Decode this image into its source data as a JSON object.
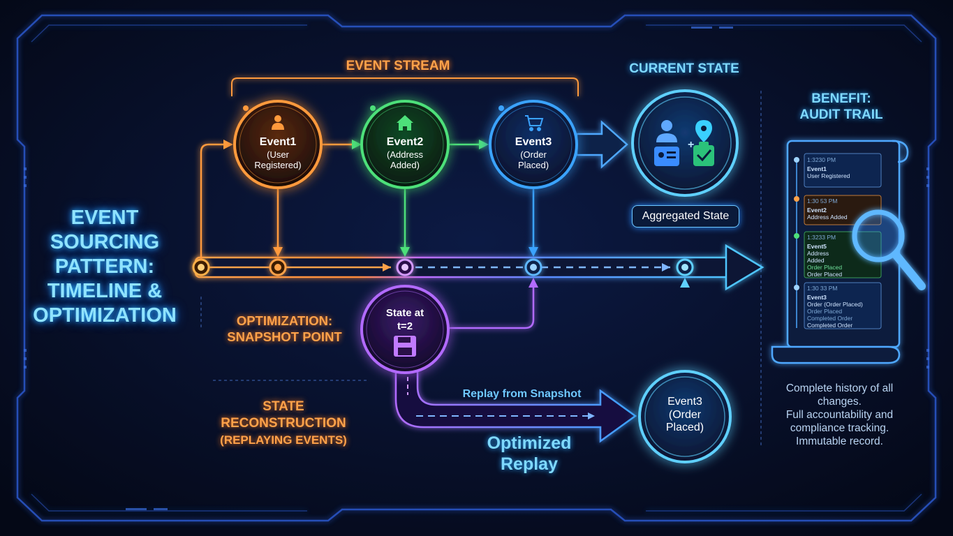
{
  "title": {
    "line1": "EVENT",
    "line2": "SOURCING",
    "line3": "PATTERN:",
    "line4": "TIMELINE &",
    "line5": "OPTIMIZATION"
  },
  "event_stream_label": "EVENT STREAM",
  "current_state_label": "CURRENT STATE",
  "aggregated_state_label": "Aggregated State",
  "events": [
    {
      "name": "Event1",
      "line1": "(User",
      "line2": "Registered)",
      "color": "#ff9a3c",
      "icon": "user-icon"
    },
    {
      "name": "Event2",
      "line1": "(Address",
      "line2": "Added)",
      "color": "#4de07a",
      "icon": "house-icon"
    },
    {
      "name": "Event3",
      "line1": "(Order",
      "line2": "Placed)",
      "color": "#3aa3ff",
      "icon": "cart-icon"
    }
  ],
  "snapshot": {
    "label_line1": "OPTIMIZATION:",
    "label_line2": "SNAPSHOT POINT",
    "node_line1": "State at",
    "node_line2": "t=2",
    "color": "#b26bff",
    "icon": "floppy-disk-icon"
  },
  "reconstruction": {
    "line1": "STATE",
    "line2": "RECONSTRUCTION",
    "line3": "(REPLAYING EVENTS)"
  },
  "replay": {
    "arrow_label": "Replay from Snapshot",
    "optimized_line1": "Optimized",
    "optimized_line2": "Replay",
    "event_name": "Event3",
    "event_line1": "(Order",
    "event_line2": "Placed)"
  },
  "benefit": {
    "title_line1": "BENEFIT:",
    "title_line2": "AUDIT TRAIL",
    "description": [
      "Complete history of all",
      "changes.",
      "Full accountability and",
      "compliance tracking.",
      "Immutable record."
    ],
    "log_entries": [
      {
        "time": "1:3230 PM",
        "lines": [
          "Event1",
          "User Registered"
        ]
      },
      {
        "time": "1:30 53 PM",
        "lines": [
          "Event2",
          "Address Added"
        ]
      },
      {
        "time": "1:3233 PM",
        "lines": [
          "Event5",
          "Address",
          "Added",
          "Order Placed",
          "Order Placed"
        ]
      },
      {
        "time": "1:30 33 PM",
        "lines": [
          "Event3",
          "Order (Order Placed)",
          "Order Placed",
          "Completed Order",
          "Completed Order"
        ]
      }
    ]
  },
  "colors": {
    "background": "#050a1c",
    "frame": "#2a56c8",
    "orange": "#ff9a3c",
    "green": "#4de07a",
    "blue": "#3aa3ff",
    "purple": "#b26bff",
    "cyan": "#5fd0ff"
  }
}
